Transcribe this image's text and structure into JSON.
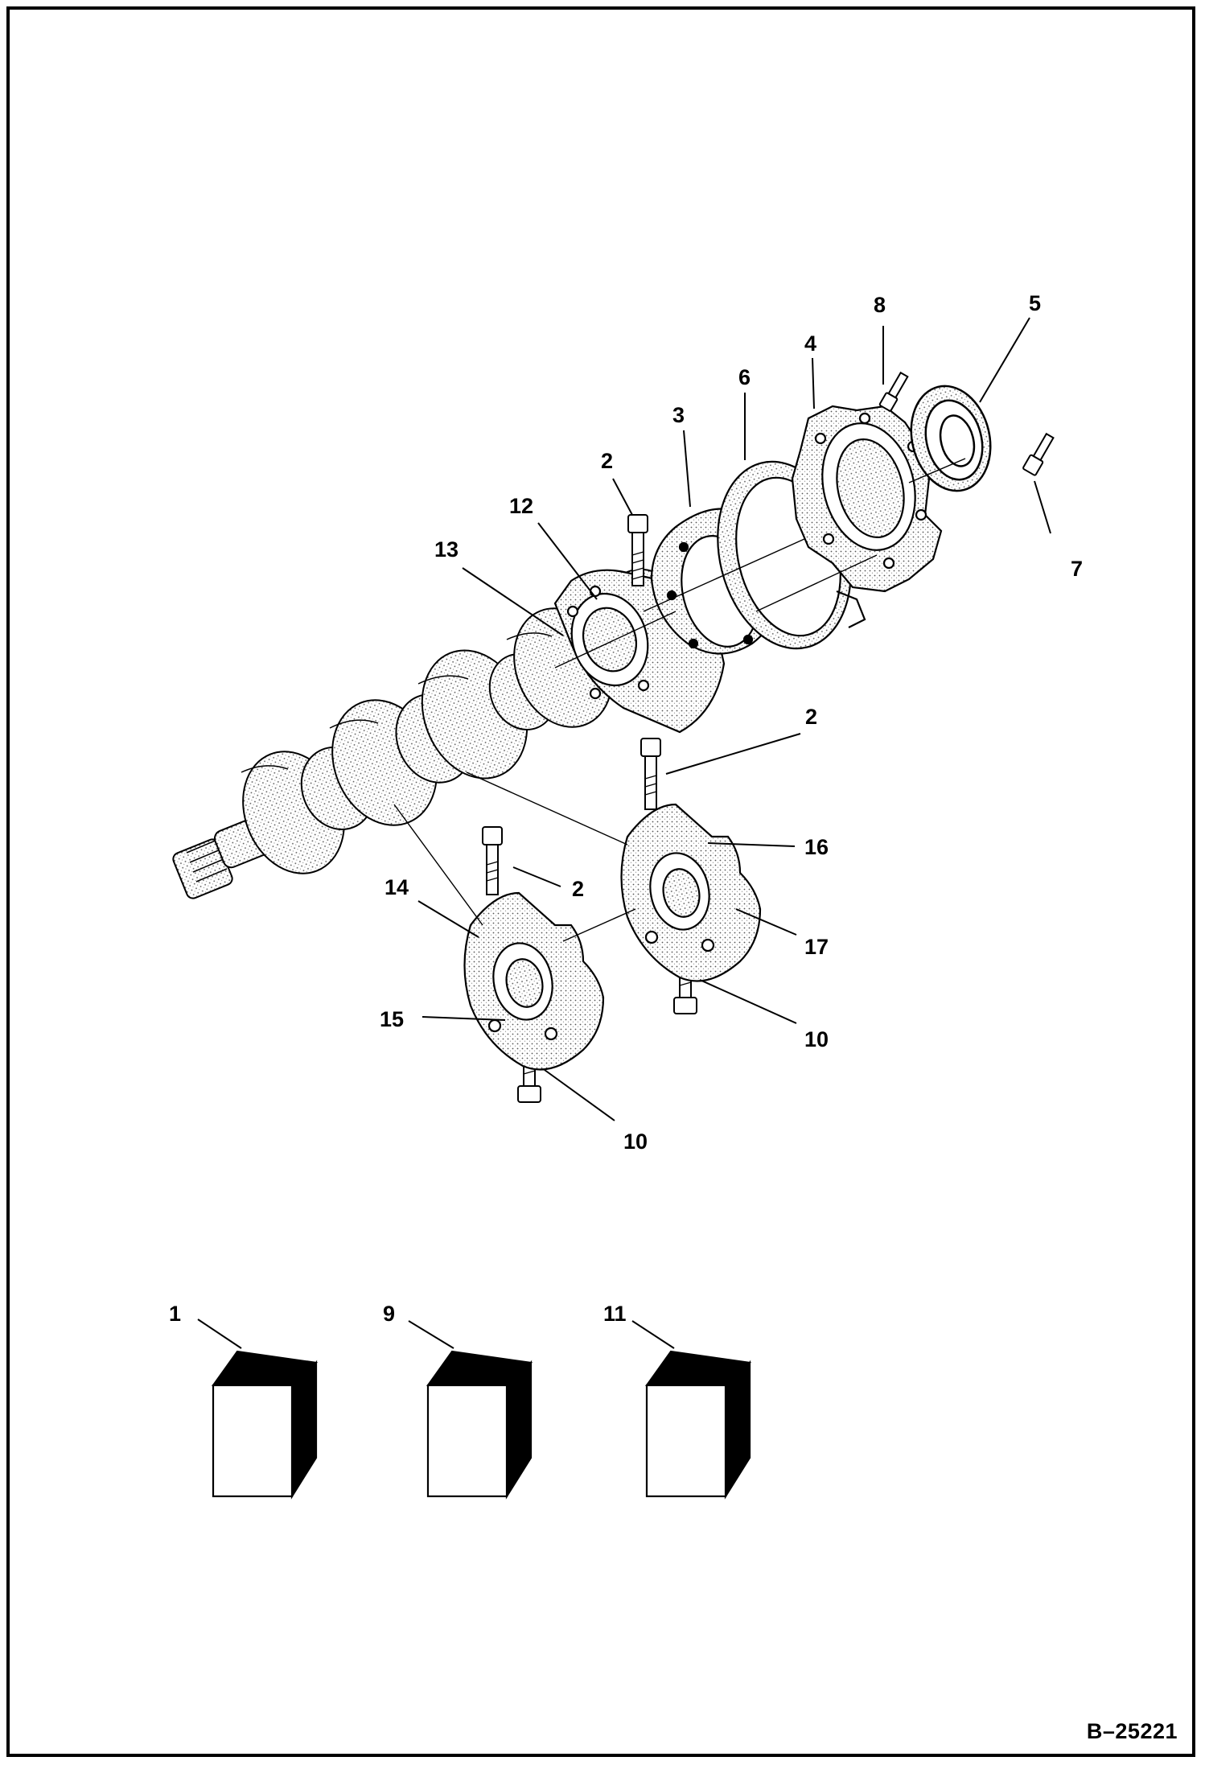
{
  "figure_id": "B–25221",
  "callouts": {
    "c1": "1",
    "c2a": "2",
    "c2b": "2",
    "c2c": "2",
    "c3": "3",
    "c4": "4",
    "c5": "5",
    "c6": "6",
    "c7": "7",
    "c8": "8",
    "c9": "9",
    "c10a": "10",
    "c10b": "10",
    "c11": "11",
    "c12": "12",
    "c13": "13",
    "c14": "14",
    "c15": "15",
    "c16": "16",
    "c17": "17"
  }
}
